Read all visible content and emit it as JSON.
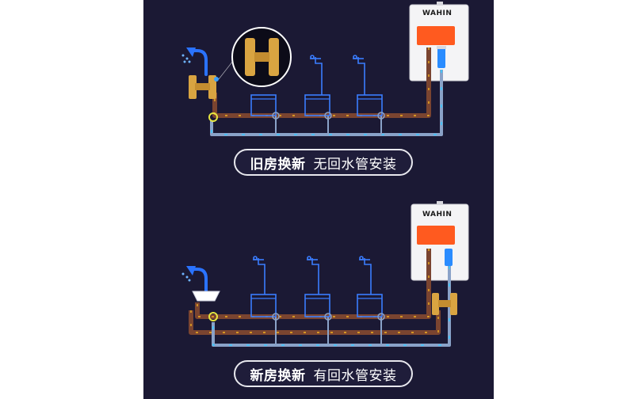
{
  "panels": [
    {
      "id": "old-house",
      "caption_bold": "旧房换新",
      "caption_light": "无回水管安装",
      "heater_brand": "WAHIN"
    },
    {
      "id": "new-house",
      "caption_bold": "新房换新",
      "caption_light": "有回水管安装",
      "heater_brand": "WAHIN"
    }
  ],
  "colors": {
    "background": "#1b1934",
    "hot_pipe": "#7a4430",
    "hot_flow": "#f2b020",
    "cold_pipe": "#8aa2c8",
    "cold_flow": "#38c8ff",
    "heater_panel": "#ff5a1f",
    "valve_gold": "#d9a441",
    "tap_blue": "#2a73ff"
  },
  "icons": [
    "shower-icon",
    "faucet-icon",
    "water-heater-icon",
    "check-valve-icon",
    "sink-icon"
  ]
}
